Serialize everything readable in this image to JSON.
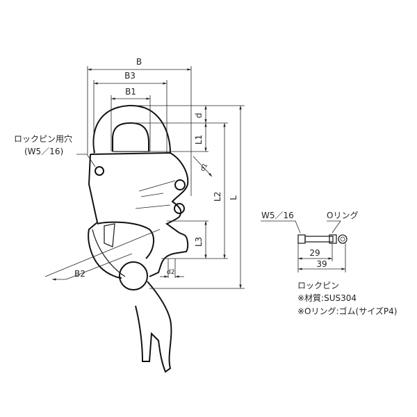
{
  "dimensions": {
    "B": "B",
    "B1": "B1",
    "B2": "B2",
    "B3": "B3",
    "d": "d",
    "d1": "d1",
    "d2": "d2",
    "L": "L",
    "L1": "L1",
    "L2": "L2",
    "L3": "L3"
  },
  "hole_label": {
    "line1": "ロックピン用穴",
    "line2": "(W5／16)"
  },
  "pin": {
    "thread_label": "W5／16",
    "oring_label": "Oリング",
    "dim_inner": "29",
    "dim_total": "39"
  },
  "notes": {
    "title": "ロックピン",
    "material": "※材質:SUS304",
    "oring": "※Oリング:ゴム(サイズP4)"
  }
}
